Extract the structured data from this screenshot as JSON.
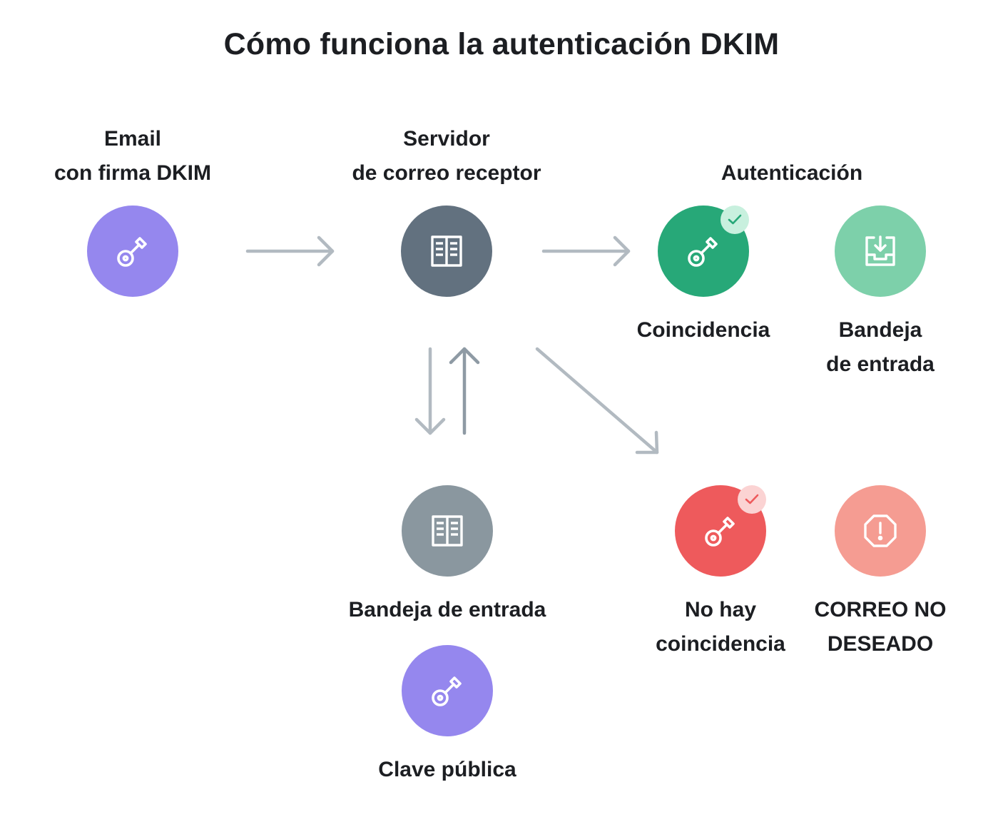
{
  "title": "Cómo funciona la autenticación DKIM",
  "nodes": {
    "email": {
      "label_line1": "Email",
      "label_line2": "con firma DKIM",
      "icon": "key-icon",
      "color": "#9587ee"
    },
    "server": {
      "label_line1": "Servidor",
      "label_line2": "de correo receptor",
      "icon": "book-icon",
      "color": "#62717f"
    },
    "auth_heading": "Autenticación",
    "match": {
      "label": "Coincidencia",
      "icon": "key-icon",
      "badge_icon": "check-icon",
      "color": "#27a878",
      "badge_color": "#c8f0de"
    },
    "inbox": {
      "label_line1": "Bandeja",
      "label_line2": "de entrada",
      "icon": "inbox-download-icon",
      "color": "#7dd0aa"
    },
    "dns": {
      "label": "Bandeja de entrada",
      "icon": "book-icon",
      "color": "#8a979f"
    },
    "public_key": {
      "label": "Clave pública",
      "icon": "key-icon",
      "color": "#9587ee"
    },
    "no_match": {
      "label_line1": "No hay",
      "label_line2": "coincidencia",
      "icon": "key-icon",
      "badge_icon": "check-icon",
      "color": "#ee5a5c",
      "badge_color": "#fbd3d3"
    },
    "spam": {
      "label_line1": "CORREO NO",
      "label_line2": "DESEADO",
      "icon": "warning-octagon-icon",
      "color": "#f59c92"
    }
  },
  "arrows": {
    "color_light": "#b2bac1",
    "color_dark": "#8e9aa4"
  }
}
